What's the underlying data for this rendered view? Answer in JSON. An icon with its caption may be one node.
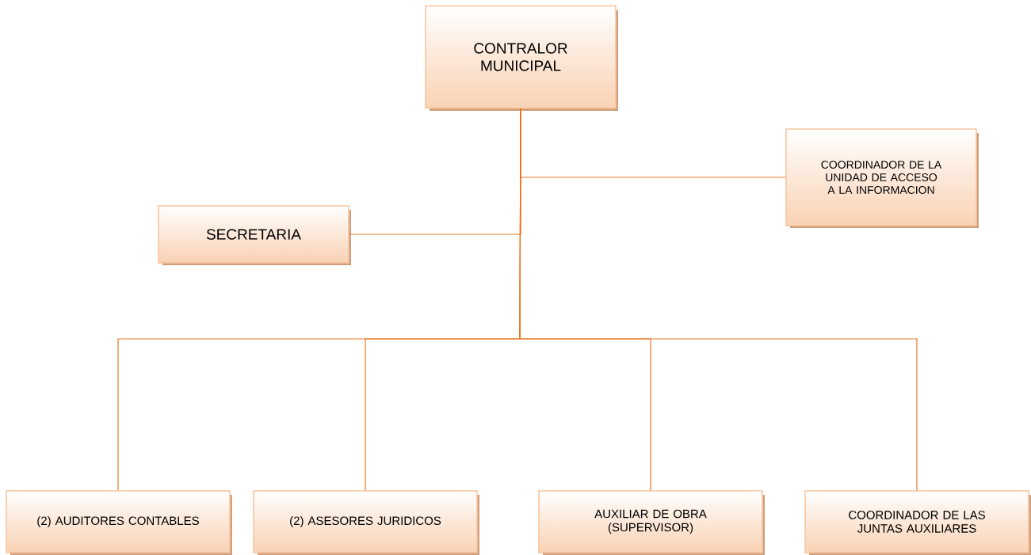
{
  "diagram": {
    "nodes": [
      {
        "text": [
          "CONTRALOR MUNICIPAL"
        ]
      },
      {
        "text": [
          "COORDINADOR DE LA UNIDAD DE ACCESO A LA INFORMACION"
        ]
      },
      {
        "text": [
          "SECRETARIA"
        ]
      },
      {
        "text": [
          "(2) AUDITORES CONTABLES"
        ]
      },
      {
        "text": [
          "(2) ASESORES JURIDICOS"
        ]
      },
      {
        "text": [
          "AUXILIAR DE OBRA (SUPERVISOR)"
        ]
      },
      {
        "text": [
          "COORDINADOR DE LAS JUNTAS AUXILIARES"
        ]
      }
    ],
    "edges": [
      {
        "from": 0,
        "to": 1,
        "arrow": "none"
      },
      {
        "from": 0,
        "to": 2,
        "arrow": "none"
      },
      {
        "from": 0,
        "to": 3,
        "arrow": "none"
      },
      {
        "from": 0,
        "to": 4,
        "arrow": "none"
      },
      {
        "from": 0,
        "to": 5,
        "arrow": "none"
      },
      {
        "from": 0,
        "to": 6,
        "arrow": "none"
      }
    ]
  }
}
